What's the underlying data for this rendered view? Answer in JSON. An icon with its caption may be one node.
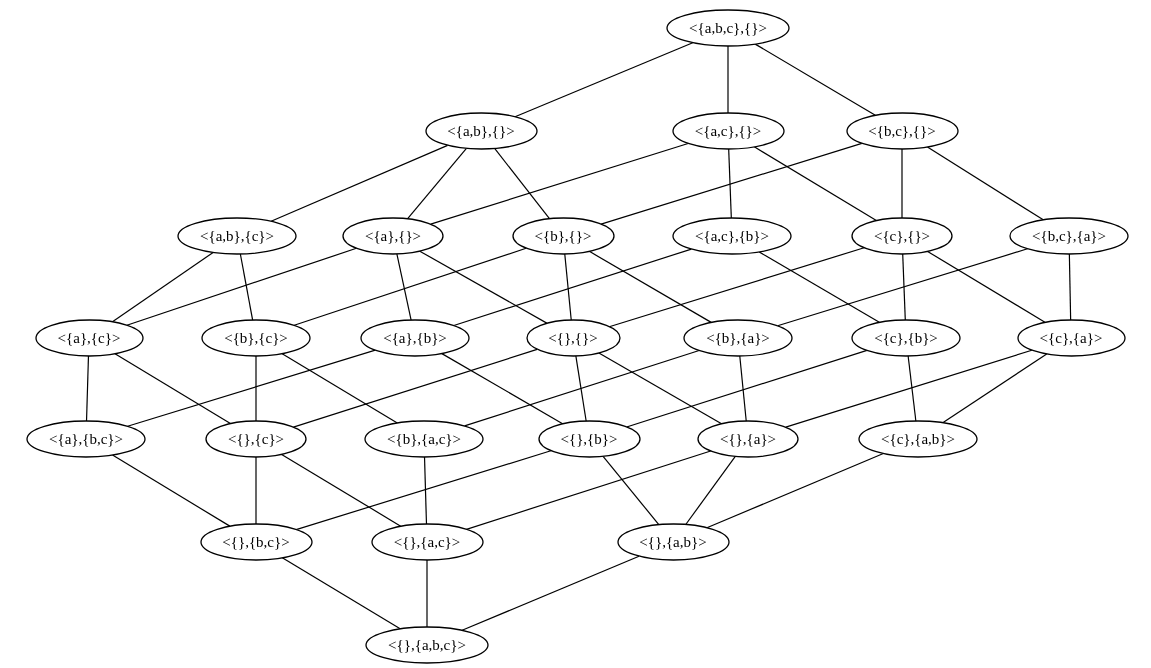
{
  "diagram": {
    "nodes": [
      {
        "text": [
          "<{a,b,c},{}>"
        ]
      },
      {
        "text": [
          "<{a,b},{}>"
        ]
      },
      {
        "text": [
          "<{a,c},{}>"
        ]
      },
      {
        "text": [
          "<{b,c},{}>"
        ]
      },
      {
        "text": [
          "<{a,b},{c}>"
        ]
      },
      {
        "text": [
          "<{a},{}>"
        ]
      },
      {
        "text": [
          "<{b},{}>"
        ]
      },
      {
        "text": [
          "<{a,c},{b}>"
        ]
      },
      {
        "text": [
          "<{c},{}>"
        ]
      },
      {
        "text": [
          "<{b,c},{a}>"
        ]
      },
      {
        "text": [
          "<{a},{c}>"
        ]
      },
      {
        "text": [
          "<{b},{c}>"
        ]
      },
      {
        "text": [
          "<{a},{b}>"
        ]
      },
      {
        "text": [
          "<{},{}>"
        ]
      },
      {
        "text": [
          "<{b},{a}>"
        ]
      },
      {
        "text": [
          "<{c},{b}>"
        ]
      },
      {
        "text": [
          "<{c},{a}>"
        ]
      },
      {
        "text": [
          "<{a},{b,c}>"
        ]
      },
      {
        "text": [
          "<{},{c}>"
        ]
      },
      {
        "text": [
          "<{b},{a,c}>"
        ]
      },
      {
        "text": [
          "<{},{b}>"
        ]
      },
      {
        "text": [
          "<{},{a}>"
        ]
      },
      {
        "text": [
          "<{c},{a,b}>"
        ]
      },
      {
        "text": [
          "<{},{b,c}>"
        ]
      },
      {
        "text": [
          "<{},{a,c}>"
        ]
      },
      {
        "text": [
          "<{},{a,b}>"
        ]
      },
      {
        "text": [
          "<{},{a,b,c}>"
        ]
      }
    ],
    "edges": [
      {
        "from": 0,
        "to": 1,
        "arrow": "none"
      },
      {
        "from": 0,
        "to": 2,
        "arrow": "none"
      },
      {
        "from": 0,
        "to": 3,
        "arrow": "none"
      },
      {
        "from": 1,
        "to": 4,
        "arrow": "none"
      },
      {
        "from": 1,
        "to": 5,
        "arrow": "none"
      },
      {
        "from": 1,
        "to": 6,
        "arrow": "none"
      },
      {
        "from": 2,
        "to": 5,
        "arrow": "none"
      },
      {
        "from": 2,
        "to": 7,
        "arrow": "none"
      },
      {
        "from": 2,
        "to": 8,
        "arrow": "none"
      },
      {
        "from": 3,
        "to": 6,
        "arrow": "none"
      },
      {
        "from": 3,
        "to": 8,
        "arrow": "none"
      },
      {
        "from": 3,
        "to": 9,
        "arrow": "none"
      },
      {
        "from": 4,
        "to": 10,
        "arrow": "none"
      },
      {
        "from": 4,
        "to": 11,
        "arrow": "none"
      },
      {
        "from": 5,
        "to": 10,
        "arrow": "none"
      },
      {
        "from": 5,
        "to": 12,
        "arrow": "none"
      },
      {
        "from": 5,
        "to": 13,
        "arrow": "none"
      },
      {
        "from": 6,
        "to": 11,
        "arrow": "none"
      },
      {
        "from": 6,
        "to": 13,
        "arrow": "none"
      },
      {
        "from": 6,
        "to": 14,
        "arrow": "none"
      },
      {
        "from": 7,
        "to": 12,
        "arrow": "none"
      },
      {
        "from": 7,
        "to": 15,
        "arrow": "none"
      },
      {
        "from": 8,
        "to": 13,
        "arrow": "none"
      },
      {
        "from": 8,
        "to": 15,
        "arrow": "none"
      },
      {
        "from": 8,
        "to": 16,
        "arrow": "none"
      },
      {
        "from": 9,
        "to": 14,
        "arrow": "none"
      },
      {
        "from": 9,
        "to": 16,
        "arrow": "none"
      },
      {
        "from": 10,
        "to": 17,
        "arrow": "none"
      },
      {
        "from": 10,
        "to": 18,
        "arrow": "none"
      },
      {
        "from": 11,
        "to": 18,
        "arrow": "none"
      },
      {
        "from": 11,
        "to": 19,
        "arrow": "none"
      },
      {
        "from": 12,
        "to": 17,
        "arrow": "none"
      },
      {
        "from": 12,
        "to": 20,
        "arrow": "none"
      },
      {
        "from": 13,
        "to": 18,
        "arrow": "none"
      },
      {
        "from": 13,
        "to": 20,
        "arrow": "none"
      },
      {
        "from": 13,
        "to": 21,
        "arrow": "none"
      },
      {
        "from": 14,
        "to": 19,
        "arrow": "none"
      },
      {
        "from": 14,
        "to": 21,
        "arrow": "none"
      },
      {
        "from": 15,
        "to": 20,
        "arrow": "none"
      },
      {
        "from": 15,
        "to": 22,
        "arrow": "none"
      },
      {
        "from": 16,
        "to": 21,
        "arrow": "none"
      },
      {
        "from": 16,
        "to": 22,
        "arrow": "none"
      },
      {
        "from": 17,
        "to": 23,
        "arrow": "none"
      },
      {
        "from": 18,
        "to": 23,
        "arrow": "none"
      },
      {
        "from": 18,
        "to": 24,
        "arrow": "none"
      },
      {
        "from": 19,
        "to": 24,
        "arrow": "none"
      },
      {
        "from": 20,
        "to": 23,
        "arrow": "none"
      },
      {
        "from": 20,
        "to": 25,
        "arrow": "none"
      },
      {
        "from": 21,
        "to": 24,
        "arrow": "none"
      },
      {
        "from": 21,
        "to": 25,
        "arrow": "none"
      },
      {
        "from": 22,
        "to": 25,
        "arrow": "none"
      },
      {
        "from": 23,
        "to": 26,
        "arrow": "none"
      },
      {
        "from": 24,
        "to": 26,
        "arrow": "none"
      },
      {
        "from": 25,
        "to": 26,
        "arrow": "none"
      }
    ]
  }
}
